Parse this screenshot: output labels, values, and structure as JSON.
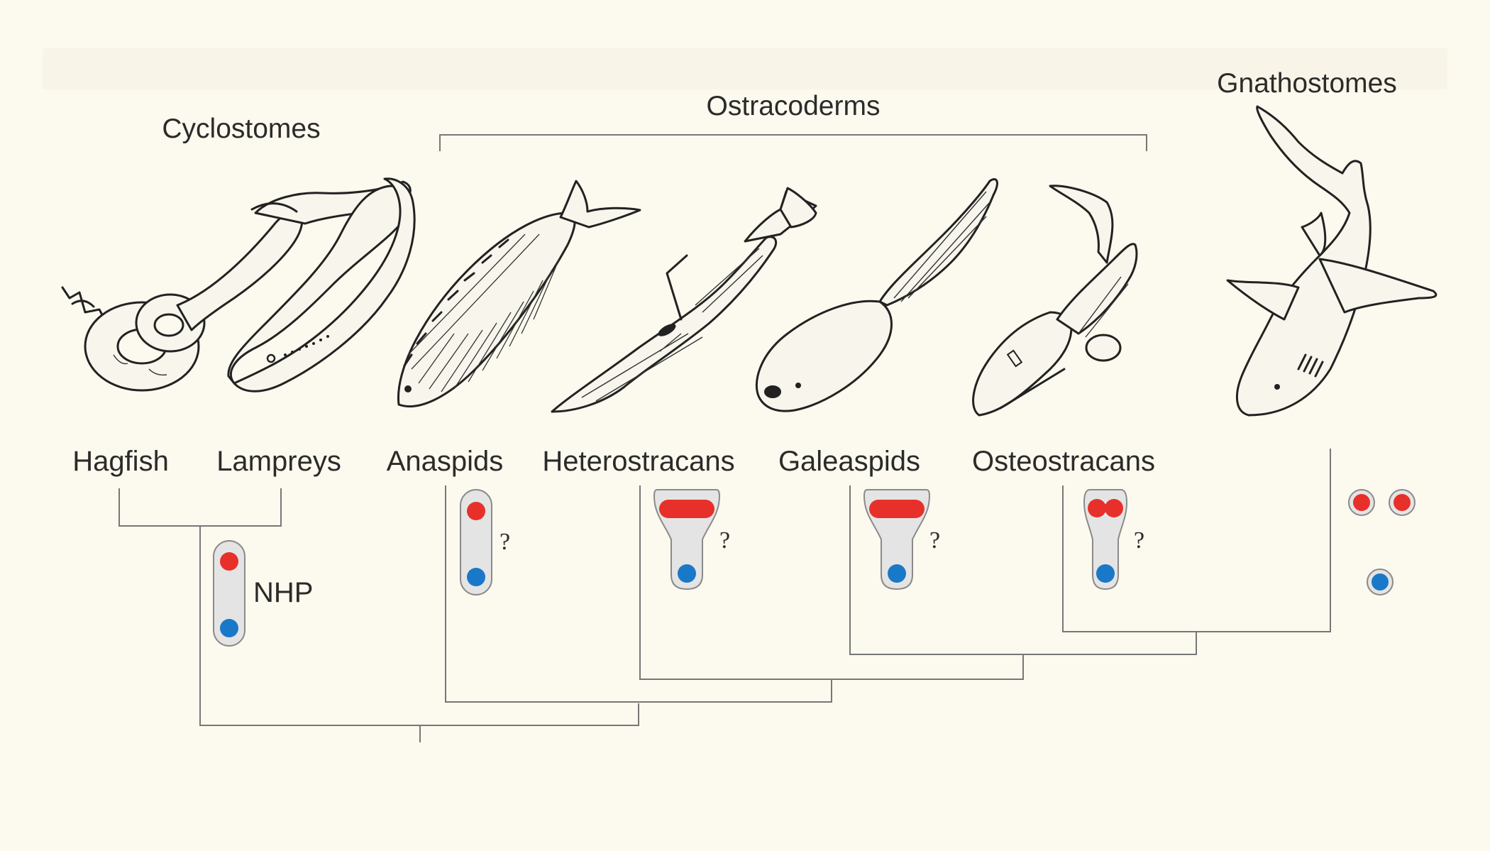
{
  "groups": {
    "cyclostomes": "Cyclostomes",
    "ostracoderms": "Ostracoderms",
    "gnathostomes": "Gnathostomes"
  },
  "taxa": {
    "hagfish": "Hagfish",
    "lampreys": "Lampreys",
    "anaspids": "Anaspids",
    "heterostracans": "Heterostracans",
    "galeaspids": "Galeaspids",
    "osteostracans": "Osteostracans"
  },
  "annotations": {
    "nhp": "NHP",
    "unknown": "?"
  },
  "colors": {
    "background": "#fcf9ee",
    "red": "#e8302a",
    "blue": "#1a78c8",
    "capsule": "#e4e4e4",
    "lines": "#777777"
  },
  "icons": {
    "hagfish": "hagfish-illustration",
    "lamprey": "lamprey-illustration",
    "anaspid": "anaspid-illustration",
    "heterostracan": "heterostracan-illustration",
    "galeaspid": "galeaspid-illustration",
    "osteostracan": "osteostracan-illustration",
    "shark": "shark-illustration"
  }
}
